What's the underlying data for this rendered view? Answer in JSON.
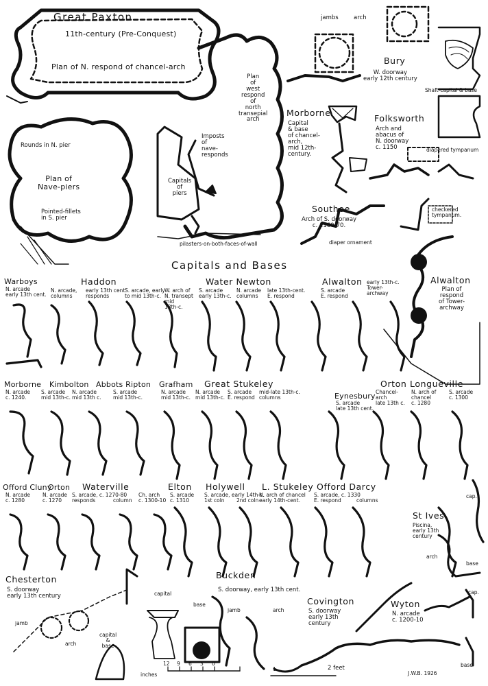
{
  "colors": {
    "ink": "#111111",
    "paper": "#ffffff"
  },
  "top": {
    "great_paxton": {
      "name": "Great Paxton",
      "date": "11th-century (Pre-Conquest)",
      "respond": "Plan of N. respond of chancel-arch",
      "west_respond": "Plan\nof\nwest\nrespond\nof\nnorth\ntransepial\narch",
      "rounds": "Rounds in N. pier",
      "nave_piers": "Plan of\nNave-piers",
      "fillets": "Pointed-fillets\nin S. pier",
      "imposts": "Imposts\nof\nnave-\nresponds",
      "capitals_piers": "Capitals\nof\npiers",
      "pilasters": "pilasters-on-both-faces-of-wall"
    },
    "bury": {
      "jambs": "jambs",
      "arch": "arch",
      "name": "Bury",
      "sub": "W. doorway\nearly 12th century",
      "shaft": "Shaft-capital & base"
    },
    "morborne": {
      "name": "Morborne",
      "sub": "Capital\n& base\nof chancel-\narch,\nmid 12th-\ncentury."
    },
    "folksworth": {
      "name": "Folksworth",
      "sub": "Arch and\nabacus of\nN. doorway\nc. 1150",
      "diapered": "diapered tympanum"
    },
    "southoe": {
      "name": "Southoe",
      "sub": "Arch of S. doorway\nc. 1160-70.",
      "diaper": "diaper ornament",
      "checkered": "checkered\ntympanum."
    },
    "alwalton_plan": {
      "name": "Alwalton",
      "sub": "Plan of\nrespond\nof Tower-\narchway"
    }
  },
  "section_title": "Capitals and Bases",
  "row1": {
    "warboys": {
      "name": "Warboys",
      "sub": "N. arcade\nearly 13th cent."
    },
    "haddon": {
      "name": "Haddon",
      "col1": "N. arcade,\ncolumns",
      "col2": "early 13th cent.\nresponds",
      "col3": "S. arcade, early\nto mid 13th-c.",
      "col4": "W. arch of\nN. transept\nmid\n13th-c."
    },
    "water_newton": {
      "name": "Water Newton",
      "col1": "S. arcade\nearly 13th-c.",
      "col2": "N. arcade\ncolumns",
      "col3": "late 13th-cent.\nE. respond"
    },
    "alwalton": {
      "name": "Alwalton",
      "col1": "S. arcade\nE. respond",
      "col2": "early 13th-c.\nTower-\narchway"
    }
  },
  "row2": {
    "morborne": {
      "name": "Morborne",
      "sub": "N. arcade\nc. 1240."
    },
    "kimbolton": {
      "name": "Kimbolton",
      "sub": "S. arcade\nmid 13th-c.",
      "sub2": "N. arcade\nmid 13th c."
    },
    "abbots_ripton": {
      "name": "Abbots Ripton",
      "sub": "S. arcade\nmid 13th-c."
    },
    "grafham": {
      "name": "Grafham",
      "sub": "N. arcade\nmid 13th-c."
    },
    "great_stukeley": {
      "name": "Great Stukeley",
      "col1": "N. arcade\nmid 13th-c.",
      "col2": "S. arcade\nE. respond",
      "col3": "mid-late 13th-c.\ncolumns"
    },
    "eynesbury": {
      "name": "Eynesbury",
      "sub": "S. arcade\nlate 13th cent."
    },
    "orton_longueville": {
      "name": "Orton Longueville",
      "col1": "Chancel-\narch\nlate 13th c.",
      "col2": "N. arch of\nchancel\nc. 1280",
      "col3": "S. arcade\nc. 1300"
    }
  },
  "row3": {
    "offord_cluny": {
      "name": "Offord Cluny",
      "sub": "N. arcade\nc. 1280"
    },
    "orton": {
      "name": "Orton",
      "sub": "N. arcade\nc. 1270"
    },
    "waterville": {
      "name": "Waterville",
      "col1": "S. arcade, c. 1270-80\nresponds",
      "col2": "column",
      "col3": "Ch. arch\nc. 1300-10"
    },
    "elton": {
      "name": "Elton",
      "sub": "S. arcade\nc. 1310"
    },
    "holywell": {
      "name": "Holywell",
      "col1": "S. arcade, early 14th-c.\n1st coln",
      "col2": "2nd coln"
    },
    "l_stukeley": {
      "name": "L. Stukeley",
      "sub": "N. arch of chancel\nearly 14th-cent."
    },
    "offord_darcy": {
      "name": "Offord Darcy",
      "col1": "S. arcade, c. 1330\nE. respond",
      "col2": "columns"
    },
    "st_ives": {
      "name": "St Ives",
      "sub": "Piscina,\nearly 13th\ncentury",
      "cap": "cap.",
      "arch": "arch",
      "base": "base"
    }
  },
  "bottom": {
    "chesterton": {
      "name": "Chesterton",
      "sub": "S. doorway\nearly 13th century",
      "jamb": "jamb",
      "arch": "arch",
      "capbase": "capital\n&\nbase"
    },
    "buckden": {
      "name": "Buckden",
      "sub": "S. doorway, early 13th cent.",
      "capital": "capital",
      "base": "base",
      "jamb": "jamb",
      "arch": "arch"
    },
    "covington": {
      "name": "Covington",
      "sub": "S. doorway\nearly 13th\ncentury"
    },
    "wyton": {
      "name": "Wyton",
      "sub": "N. arcade\nc. 1200-10",
      "cap": "cap.",
      "base": "base"
    },
    "scale": {
      "inches": "inches",
      "ticks": [
        "12",
        "9",
        "6",
        "3",
        "0"
      ],
      "one": "1",
      "feet": "2 feet"
    },
    "signature": "J.W.B. 1926"
  }
}
